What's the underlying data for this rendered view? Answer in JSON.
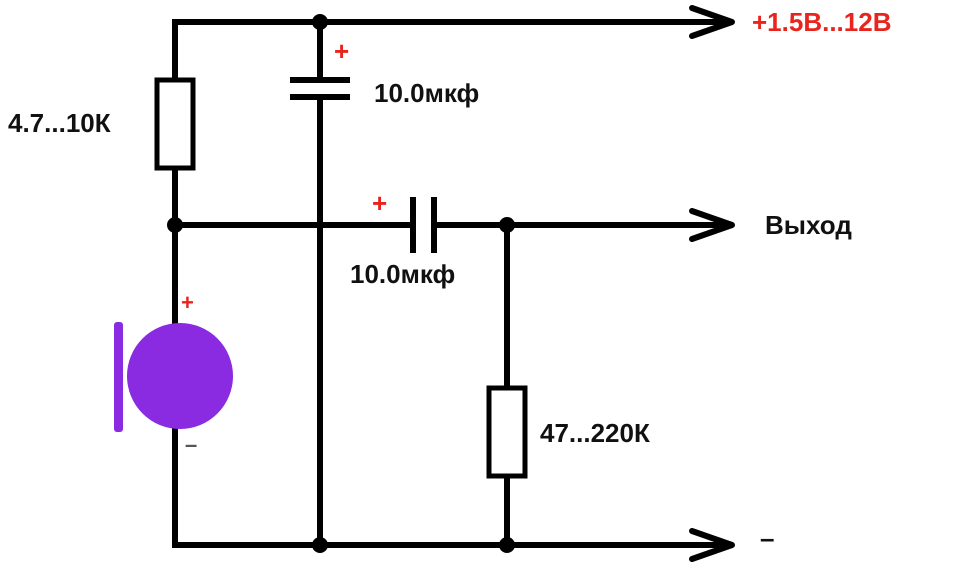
{
  "labels": {
    "supply": "+1.5В...12В",
    "output": "Выход",
    "ground": "–",
    "r_top": "4.7...10К",
    "r_bottom": "47...220К",
    "c_filter": "10.0мкф",
    "c_coupling": "10.0мкф",
    "plus": "+",
    "mic_minus": "–"
  },
  "colors": {
    "wire": "#000000",
    "polarity": "#e8241c",
    "supply_label": "#e8241c",
    "microphone": "#8a2be2",
    "mic_minus": "#555555"
  },
  "icons": {
    "microphone": "electret-microphone-icon",
    "resistor": "resistor-icon",
    "capacitor": "polarized-capacitor-icon"
  }
}
